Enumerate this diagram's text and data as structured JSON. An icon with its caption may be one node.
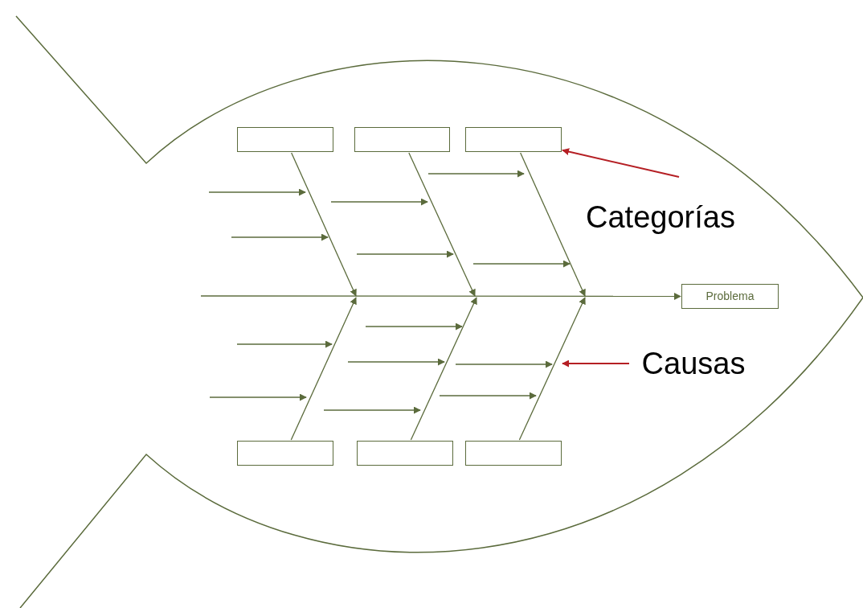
{
  "diagram": {
    "nodes": [
      {
        "text": [
          "Problema"
        ]
      },
      {
        "text": [],
        "shape": "box"
      },
      {
        "text": [],
        "shape": "box"
      },
      {
        "text": [],
        "shape": "box"
      },
      {
        "text": [],
        "shape": "box"
      },
      {
        "text": [],
        "shape": "box"
      },
      {
        "text": [],
        "shape": "box"
      },
      {
        "text": [
          "Categorías"
        ]
      },
      {
        "text": [
          "Causas"
        ]
      }
    ],
    "edges": [
      {
        "from": null,
        "to": 0,
        "arrow": "to"
      },
      {
        "from": 1,
        "to": null,
        "arrow": "to"
      },
      {
        "from": 2,
        "to": null,
        "arrow": "to"
      },
      {
        "from": 3,
        "to": null,
        "arrow": "to"
      },
      {
        "from": 4,
        "to": null,
        "arrow": "to"
      },
      {
        "from": 5,
        "to": null,
        "arrow": "to"
      },
      {
        "from": 6,
        "to": null,
        "arrow": "to"
      },
      {
        "from": 7,
        "to": 3,
        "arrow": "to",
        "color": "#b51f24"
      },
      {
        "from": 8,
        "to": null,
        "arrow": "to",
        "color": "#b51f24"
      }
    ]
  }
}
